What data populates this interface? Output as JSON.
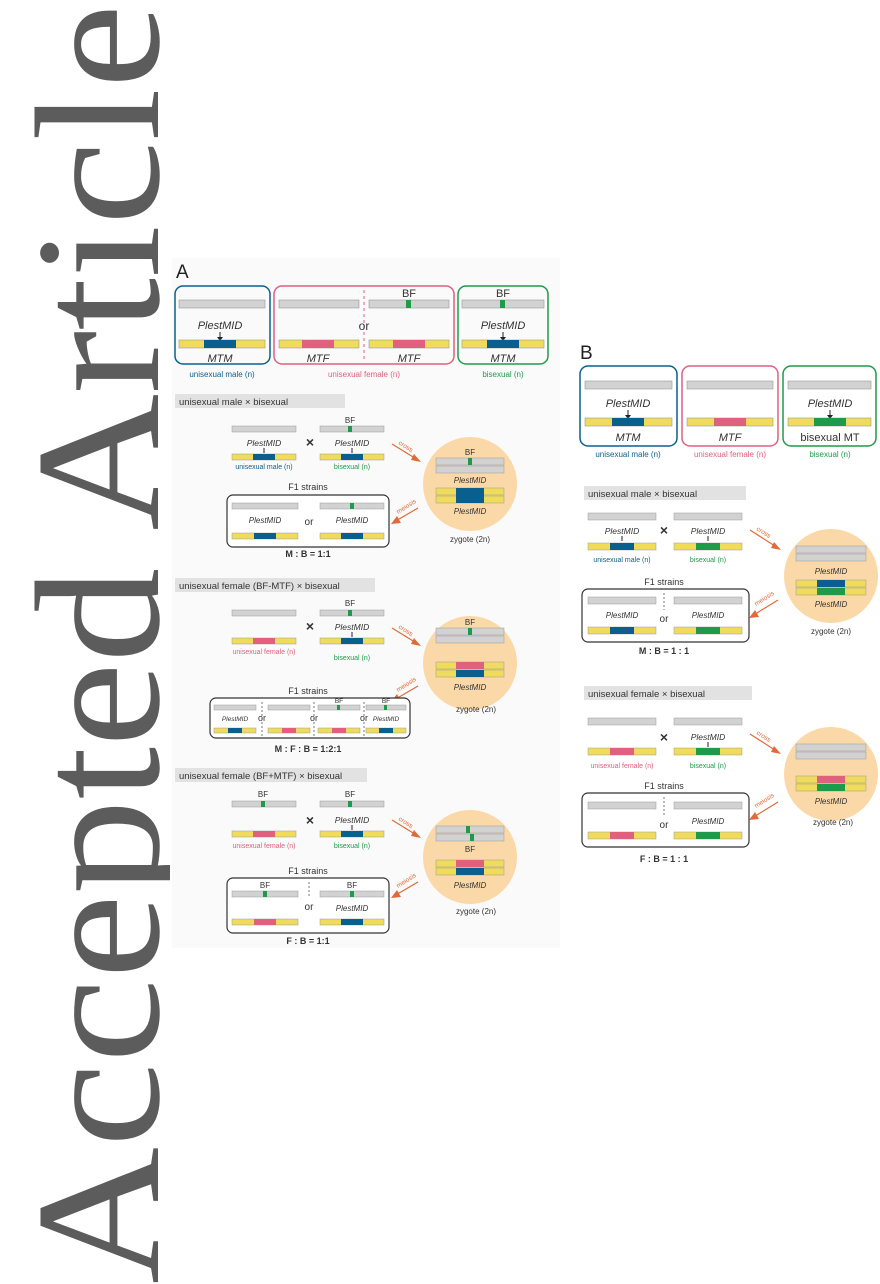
{
  "watermark": "Accepted Article",
  "colors": {
    "male": "#0b5f8f",
    "female": "#e0607e",
    "bisexual": "#1f9a4b",
    "yellow": "#f0dc5a",
    "gray": "#d2d2d2",
    "zygote": "#fbd8a8",
    "arrow": "#e06a3a"
  },
  "panel_a": {
    "letter": "A",
    "top": {
      "bf": "BF",
      "or": "or",
      "gene": "PlestMID",
      "mtm": "MTM",
      "mtf": "MTF",
      "label_male": "unisexual male (n)",
      "label_female": "unisexual female (n)",
      "label_bisexual": "bisexual (n)"
    },
    "cross1": {
      "title": "unisexual male × bisexual",
      "bf": "BF",
      "gene": "PlestMID",
      "times": "×",
      "label_left": "unisexual male (n)",
      "label_right": "bisexual (n)",
      "cross": "cross",
      "meiosis": "meiosis",
      "zygote": "zygote (2n)",
      "f1": "F1 strains",
      "or": "or",
      "ratio": "M : B = 1:1"
    },
    "cross2": {
      "title": "unisexual female (BF-MTF) × bisexual",
      "bf": "BF",
      "gene": "PlestMID",
      "times": "×",
      "label_left": "unisexual female (n)",
      "label_right": "bisexual (n)",
      "cross": "cross",
      "meiosis": "meiosis",
      "zygote": "zygote (2n)",
      "f1": "F1 strains",
      "or": "or",
      "ratio": "M : F : B = 1:2:1"
    },
    "cross3": {
      "title": "unisexual female (BF+MTF) × bisexual",
      "bf": "BF",
      "gene": "PlestMID",
      "times": "×",
      "label_left": "unisexual female (n)",
      "label_right": "bisexual (n)",
      "cross": "cross",
      "meiosis": "meiosis",
      "zygote": "zygote (2n)",
      "f1": "F1 strains",
      "or": "or",
      "ratio": "F : B = 1:1"
    }
  },
  "panel_b": {
    "letter": "B",
    "top": {
      "gene": "PlestMID",
      "mtm": "MTM",
      "mtf": "MTF",
      "mt_bis": "bisexual MT",
      "label_male": "unisexual male (n)",
      "label_female": "unisexual female (n)",
      "label_bisexual": "bisexual (n)"
    },
    "cross1": {
      "title": "unisexual male × bisexual",
      "gene": "PlestMID",
      "times": "×",
      "label_left": "unisexual male (n)",
      "label_right": "bisexual (n)",
      "cross": "cross",
      "meiosis": "meiosis",
      "zygote": "zygote (2n)",
      "f1": "F1 strains",
      "or": "or",
      "ratio": "M : B = 1 : 1"
    },
    "cross2": {
      "title": "unisexual female × bisexual",
      "gene": "PlestMID",
      "times": "×",
      "label_left": "unisexual female (n)",
      "label_right": "bisexual (n)",
      "cross": "cross",
      "meiosis": "meiosis",
      "zygote": "zygote (2n)",
      "f1": "F1 strains",
      "or": "or",
      "ratio": "F : B = 1 : 1"
    }
  }
}
